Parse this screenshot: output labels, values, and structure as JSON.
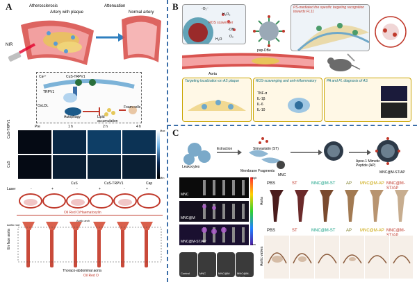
{
  "panel_a": {
    "letter": "A",
    "atherosclerosis": "Atherosclerosis",
    "artery_with_plaque": "Artery with plaque",
    "attenuation": "Attenuation",
    "normal_artery": "Normal artery",
    "nir": "NIR",
    "ca": "Ca²⁺",
    "cus_trpv1": "CuS-TRPV1",
    "trpv1": "TRPV1",
    "oxldl": "OxLDL",
    "autophagy": "Autophagy",
    "lipid_accumulation": "Lipid accumulation",
    "foam_cells": "Foam cells",
    "time_labels": [
      "Pre",
      "1 h",
      "2 h",
      "4 h"
    ],
    "row_labels": [
      "CuS-TRPV1",
      "CuS"
    ],
    "colorbar_max": "Max",
    "colorbar_min": "Min",
    "stain_groups": [
      "CuS",
      "CuS-TRPV1",
      "Cap"
    ],
    "laser": "Laser",
    "laser_marks": [
      "-",
      "+",
      "-",
      "+",
      "-",
      "+"
    ],
    "stain_bar": "Oil Red O/Haematoxylin",
    "en_face": "En face aorta",
    "aortic_arch": "Aortic arch",
    "thoracic": "Thoraco-abdominal aorta",
    "oil_red": "Oil Red O",
    "aortic_root": "Aortic root"
  },
  "panel_b": {
    "letter": "B",
    "top_right_title": "PS-mediated the specific targeting recognition towards FL11",
    "ros_scavenger": "ROS scavenger",
    "pap_label": "pap-DBe",
    "ros_list": [
      "·O₂⁻",
      "H₂O₂",
      "·OH",
      "O₂",
      "H₂O"
    ],
    "vessel": "Aorta",
    "box1_title": "Targeting localization on AS plaque",
    "box2_title": "ROS-scavenging and anti-inflammatory",
    "box3_title": "PA and FL diagnosis of AS",
    "cytokines": [
      "TNF-α",
      "IL-1β",
      "IL-6",
      "IL-10"
    ]
  },
  "panel_c": {
    "letter": "C",
    "leukocytes": "Leukocytes",
    "extraction": "Extraction",
    "simvastatin": "Simvastatin (ST)",
    "membrane_fragments": "Membrane Fragments",
    "mnc": "MNC",
    "apoe_peptide": "Apoe-1 Mimetic Peptide (AP)",
    "product": "MNC@M-ST/AP",
    "colorbar_high": "high",
    "colorbar_low": "low",
    "fluor_labels": [
      "MNC",
      "MNC@M",
      "MNC@M-ST/AP"
    ],
    "ct_labels": [
      "Control",
      "MNC",
      "MNC@M",
      "MNC@M-ST/AP"
    ],
    "group_labels": [
      "PBS",
      "ST",
      "MNC@M-ST",
      "AP",
      "MNC@M-AP",
      "MNC@M-ST/AP"
    ],
    "group_colors": [
      "#111111",
      "#c0392b",
      "#16a085",
      "#7a7a22",
      "#c9a400",
      "#c0392b"
    ],
    "row1": "Aorta",
    "row2": "Aortic valves"
  }
}
